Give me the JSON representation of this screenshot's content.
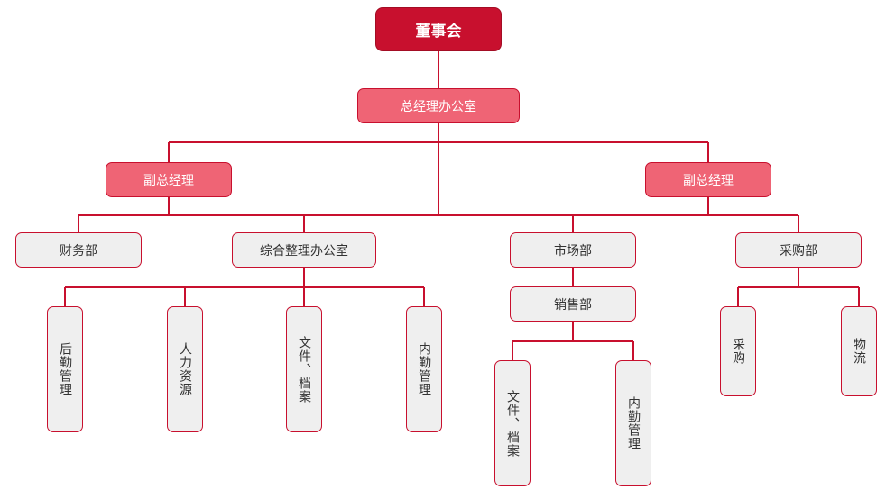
{
  "board": "董事会",
  "gm_office": "总经理办公室",
  "vp_left": "副总经理",
  "vp_right": "副总经理",
  "finance": "财务部",
  "general_office": "综合整理办公室",
  "logistics": "后勤管理",
  "hr": "人力资源",
  "documents_1": "文件、档案",
  "internal_1": "内勤管理",
  "marketing": "市场部",
  "sales": "销售部",
  "documents_2": "文件、档案",
  "internal_2": "内勤管理",
  "purchasing": "采购部",
  "procurement": "采购",
  "logistics_flow": "物流",
  "colors": {
    "line": "#c8102e",
    "board": "#c8102e",
    "level2": "#ef6475",
    "node_fill": "#efefef"
  }
}
